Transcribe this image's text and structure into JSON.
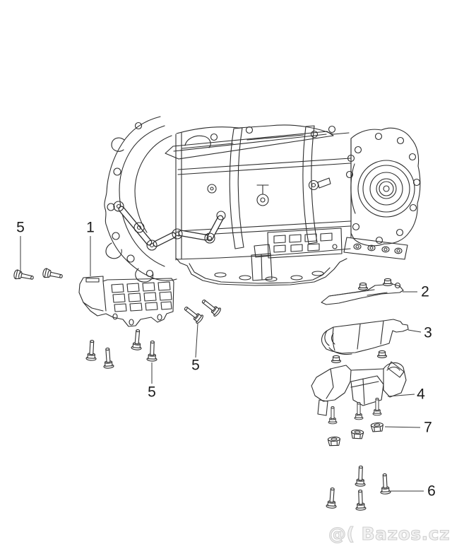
{
  "colors": {
    "background": "#ffffff",
    "line": "#2e2e2e",
    "watermark_outline": "#cfcfcf"
  },
  "callouts": [
    {
      "id": "5-upper-left",
      "label": "5"
    },
    {
      "id": "1-bracket",
      "label": "1"
    },
    {
      "id": "2-plate",
      "label": "2"
    },
    {
      "id": "3-support",
      "label": "3"
    },
    {
      "id": "4-mount",
      "label": "4"
    },
    {
      "id": "5-middle",
      "label": "5"
    },
    {
      "id": "5-lower",
      "label": "5"
    },
    {
      "id": "7-nuts",
      "label": "7"
    },
    {
      "id": "6-bolts",
      "label": "6"
    }
  ],
  "watermark": {
    "text": "@( Bazos.cz"
  }
}
